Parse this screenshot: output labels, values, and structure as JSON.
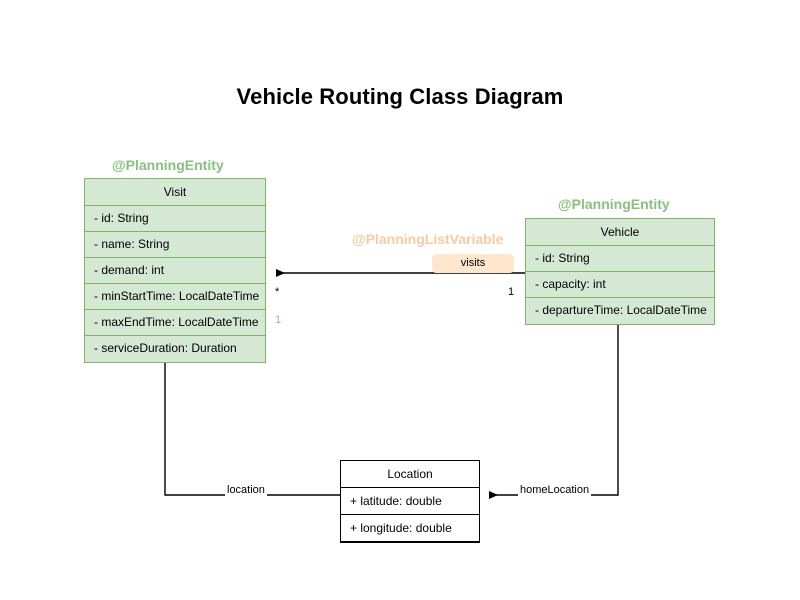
{
  "title": "Vehicle Routing Class Diagram",
  "colors": {
    "entity_fill": "#d5e8d4",
    "entity_border": "#82b366",
    "plain_fill": "#ffffff",
    "plain_border": "#000000",
    "badge_fill": "#ffe6cc",
    "stereotype_green": "#88c17f",
    "stereotype_orange": "#f7cba4",
    "multiplicity_purple": "#b39ddb",
    "edge": "#000000",
    "background": "#ffffff"
  },
  "classes": {
    "visit": {
      "stereotype": "@PlanningEntity",
      "name": "Visit",
      "attributes": [
        "- id: String",
        "- name: String",
        "- demand: int",
        "- minStartTime: LocalDateTime",
        "- maxEndTime: LocalDateTime",
        "- serviceDuration: Duration"
      ]
    },
    "vehicle": {
      "stereotype": "@PlanningEntity",
      "name": "Vehicle",
      "attributes": [
        "- id: String",
        "- capacity: int",
        "- departureTime: LocalDateTime"
      ]
    },
    "location": {
      "name": "Location",
      "attributes": [
        "+ latitude: double",
        "+ longitude: double"
      ]
    }
  },
  "relationships": {
    "visits": {
      "stereotype": "@PlanningListVariable",
      "label": "visits",
      "source_multiplicity": "1",
      "target_multiplicity": "*",
      "extra_multiplicity": "1"
    },
    "visit_location": {
      "label": "location"
    },
    "vehicle_home_location": {
      "label": "homeLocation"
    }
  }
}
